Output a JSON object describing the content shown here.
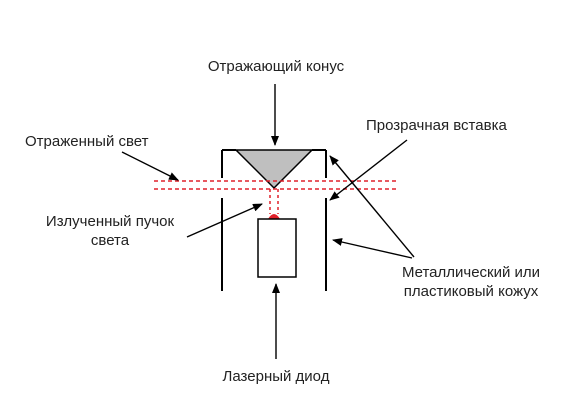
{
  "labels": {
    "reflective_cone": "Отражающий конус",
    "reflected_light": "Отраженный свет",
    "transparent_insert": "Прозрачная вставка",
    "emitted_beam_line1": "Излученный пучок",
    "emitted_beam_line2": "света",
    "housing_line1": "Металлический или",
    "housing_line2": "пластиковый кожух",
    "laser_diode": "Лазерный диод"
  },
  "colors": {
    "line": "#000000",
    "cone_fill": "#bfbfbf",
    "beam": "#e0202a",
    "background": "#ffffff"
  }
}
